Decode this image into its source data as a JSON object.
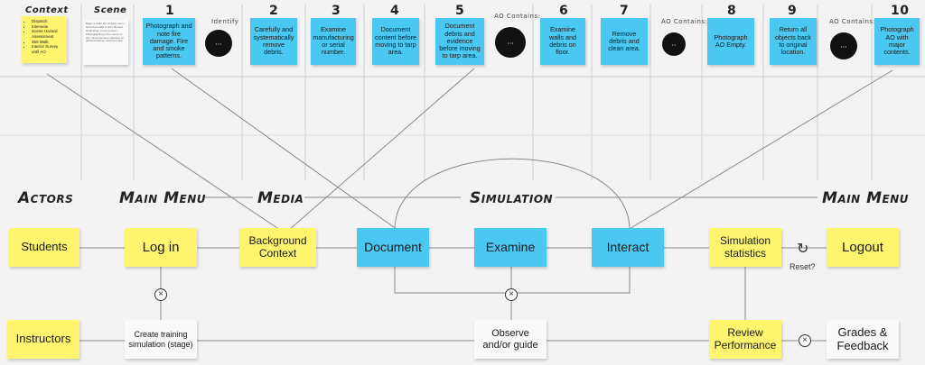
{
  "headers": {
    "context": "Context",
    "scene": "Scene",
    "identify": "Identify",
    "ao_contains": "AO Contains:",
    "actors": "Actors",
    "main_menu": "Main Menu",
    "media": "Media",
    "simulation": "Simulation",
    "main_menu_right": "Main Menu"
  },
  "context_note": {
    "items": [
      "Dispatch",
      "Interview",
      "Scene Hazard Assessment",
      "360 Walk",
      "Interior Survey until AO"
    ]
  },
  "scene_note": {
    "text": "Begin a slight fire at living room • Scorched walls in AO • Burned small thing on top of area • Photographing in the scene on AO • Documenting collection of debris/evidence moving to tarp"
  },
  "steps": [
    {
      "num": "1",
      "text": "Photograph and note fire damage. Fire and smoke patterns."
    },
    {
      "num": "2",
      "text": "Carefully and systematically remove debris."
    },
    {
      "num": "3",
      "text": "Examine manufacturing or serial number."
    },
    {
      "num": "4",
      "text": "Document content before moving to tarp area."
    },
    {
      "num": "5",
      "text": "Document debris and evidence before moving to tarp area."
    },
    {
      "num": "6",
      "text": "Examine walls and debris on floor."
    },
    {
      "num": "7",
      "text": "Remove debris and clean area."
    },
    {
      "num": "8",
      "text": "Photograph AO Empty."
    },
    {
      "num": "9",
      "text": "Return all objects back to original location."
    },
    {
      "num": "10",
      "text": "Photograph AO with major contents."
    }
  ],
  "flow": {
    "students": "Students",
    "instructors": "Instructors",
    "login": "Log in",
    "create_sim": "Create training simulation (stage)",
    "background": "Background Context",
    "document": "Document",
    "examine": "Examine",
    "interact": "Interact",
    "observe": "Observe and/or guide",
    "sim_stats": "Simulation statistics",
    "review": "Review Performance",
    "logout": "Logout",
    "grades": "Grades & Feedback",
    "reset": "Reset?"
  },
  "symbols": {
    "reset_icon": "refresh-icon",
    "x_icon": "x-circle-icon",
    "x_glyph": "×",
    "reset_glyph": "↻"
  },
  "colors": {
    "yellow_note": "#fff56e",
    "blue_note": "#4bc8f2",
    "white_note": "#f9f9f9",
    "black_circle": "#111111"
  }
}
